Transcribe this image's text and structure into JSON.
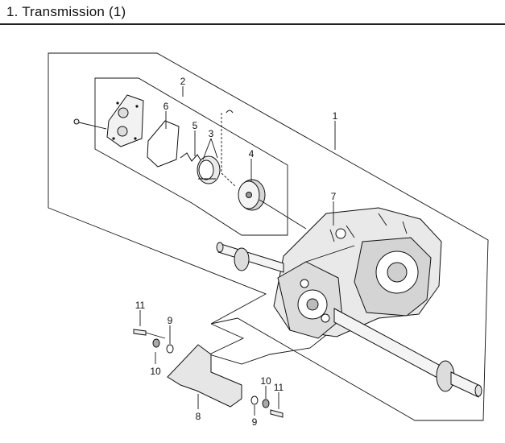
{
  "header": {
    "title": "1. Transmission (1)"
  },
  "callouts": {
    "c1": "1",
    "c2": "2",
    "c3": "3",
    "c4": "4",
    "c5": "5",
    "c6": "6",
    "c7": "7",
    "c8": "8",
    "c9a": "9",
    "c9b": "9",
    "c10a": "10",
    "c10b": "10",
    "c11a": "11",
    "c11b": "11"
  }
}
